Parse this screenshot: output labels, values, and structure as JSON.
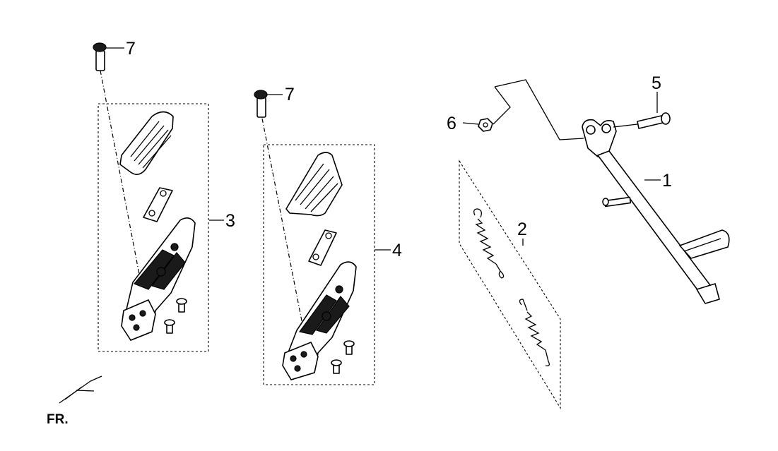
{
  "callouts": {
    "c1": "1",
    "c2": "2",
    "c3": "3",
    "c4": "4",
    "c5": "5",
    "c6": "6",
    "c7a": "7",
    "c7b": "7"
  },
  "direction_label": "FR."
}
